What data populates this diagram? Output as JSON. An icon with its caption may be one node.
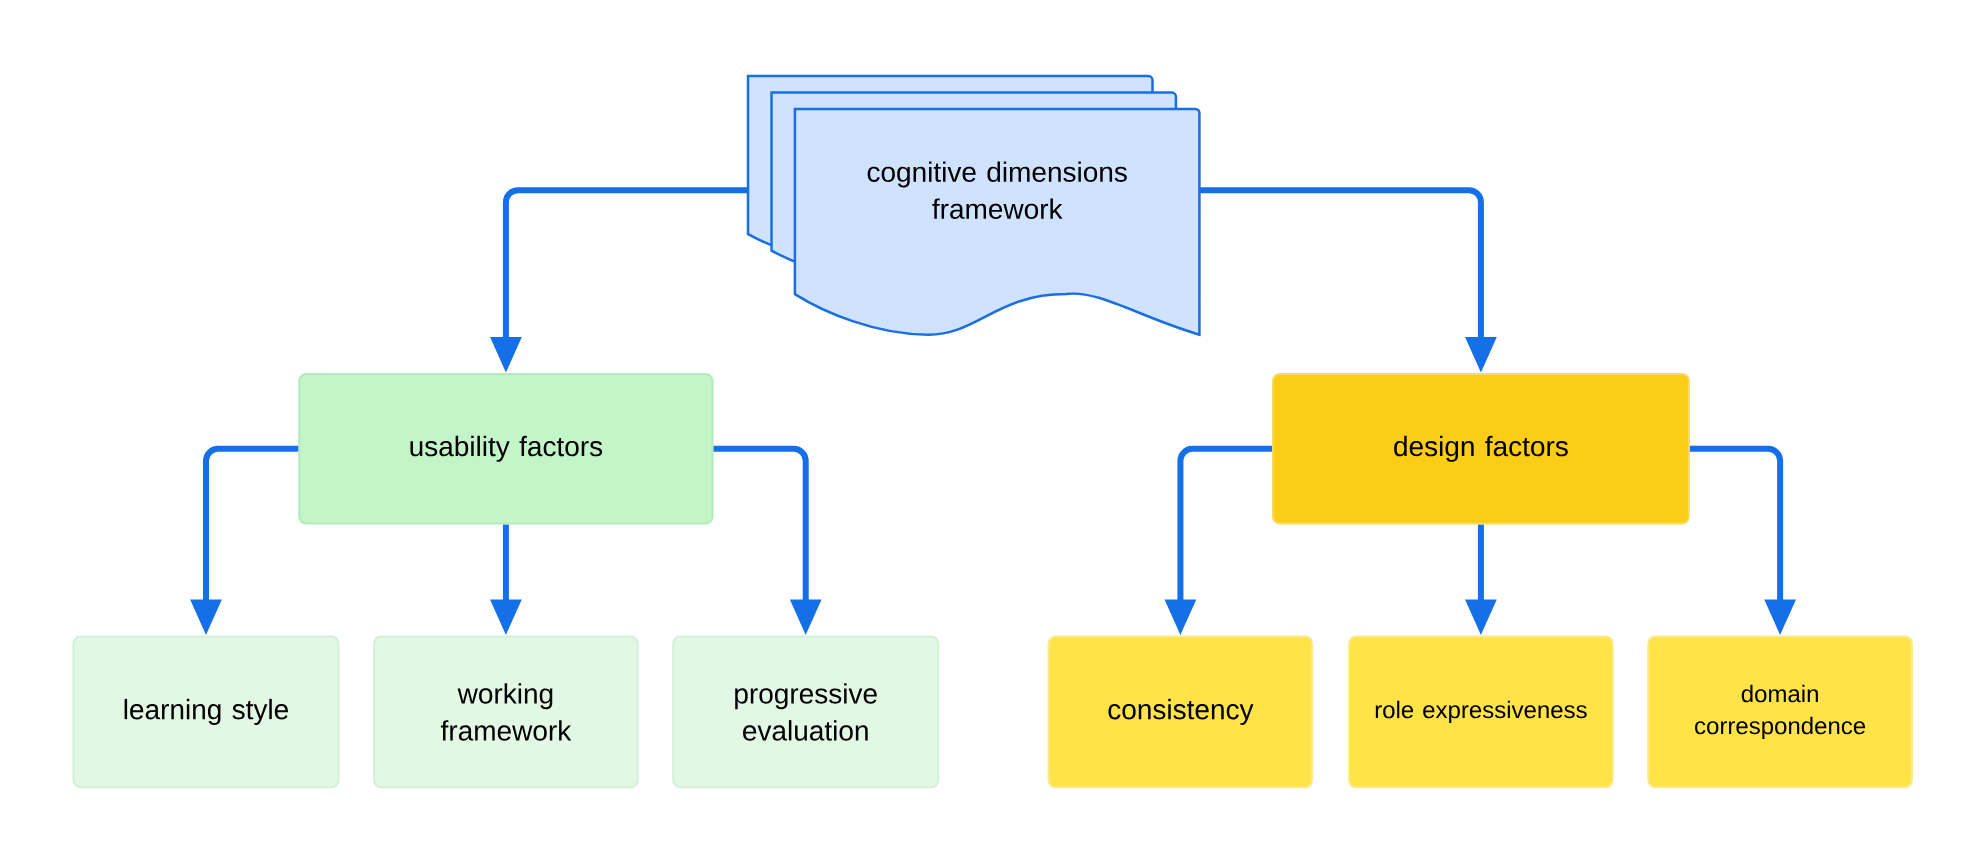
{
  "diagram": {
    "nodes": [
      {
        "text": [
          "cognitive dimensions framework"
        ]
      },
      {
        "text": [
          "usability factors"
        ]
      },
      {
        "text": [
          "design factors"
        ]
      },
      {
        "text": [
          "learning style"
        ]
      },
      {
        "text": [
          "working framework"
        ]
      },
      {
        "text": [
          "progressive evaluation"
        ]
      },
      {
        "text": [
          "consistency"
        ]
      },
      {
        "text": [
          "role expressiveness"
        ]
      },
      {
        "text": [
          "domain correspondence"
        ]
      }
    ],
    "edges": [
      {
        "from": 0,
        "to": 1,
        "arrow": "to"
      },
      {
        "from": 0,
        "to": 2,
        "arrow": "to"
      },
      {
        "from": 1,
        "to": 3,
        "arrow": "to"
      },
      {
        "from": 1,
        "to": 4,
        "arrow": "to"
      },
      {
        "from": 1,
        "to": 5,
        "arrow": "to"
      },
      {
        "from": 2,
        "to": 6,
        "arrow": "to"
      },
      {
        "from": 2,
        "to": 7,
        "arrow": "to"
      },
      {
        "from": 2,
        "to": 8,
        "arrow": "to"
      }
    ]
  }
}
